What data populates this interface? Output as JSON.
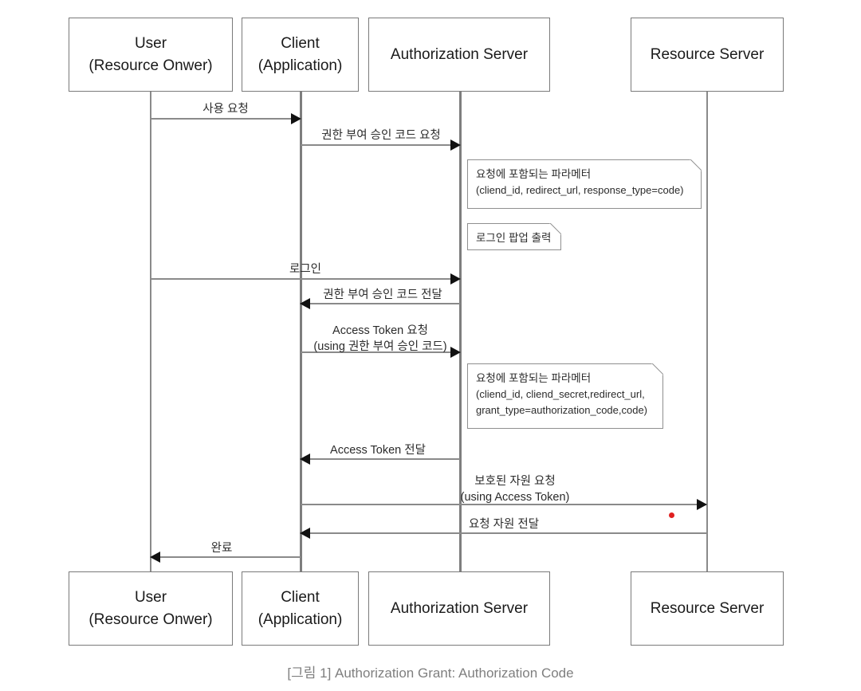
{
  "figure": {
    "caption": "[그림 1]  Authorization Grant: Authorization Code",
    "caption_color": "#7f7f7f",
    "marker_color": "#e02020",
    "line_color": "#8a8a8a",
    "box_border_color": "#7a7a7a",
    "background": "#ffffff"
  },
  "participants": [
    {
      "id": "user",
      "line1": "User",
      "line2": "(Resource Onwer)"
    },
    {
      "id": "client",
      "line1": "Client",
      "line2": "(Application)"
    },
    {
      "id": "authz",
      "line1": "Authorization Server",
      "line2": ""
    },
    {
      "id": "resource",
      "line1": "Resource Server",
      "line2": ""
    }
  ],
  "participants_bottom": [
    {
      "id": "user",
      "line1": "User",
      "line2": "(Resource Onwer)"
    },
    {
      "id": "client",
      "line1": "Client",
      "line2": "(Application)"
    },
    {
      "id": "authz",
      "line1": "Authorization Server",
      "line2": ""
    },
    {
      "id": "resource",
      "line1": "Resource Server",
      "line2": ""
    }
  ],
  "messages": [
    {
      "id": "m1",
      "label": "사용 요청",
      "label2": "",
      "from": "user",
      "to": "client"
    },
    {
      "id": "m2",
      "label": "권한 부여 승인 코드 요청",
      "label2": "",
      "from": "client",
      "to": "authz"
    },
    {
      "id": "m3",
      "label": "로그인",
      "label2": "",
      "from": "user",
      "to": "authz"
    },
    {
      "id": "m4",
      "label": "권한 부여 승인 코드 전달",
      "label2": "",
      "from": "authz",
      "to": "client"
    },
    {
      "id": "m5",
      "label": "Access Token 요청",
      "label2": "(using 권한 부여 승인 코드)",
      "from": "client",
      "to": "authz"
    },
    {
      "id": "m6",
      "label": "Access Token 전달",
      "label2": "",
      "from": "authz",
      "to": "client"
    },
    {
      "id": "m7",
      "label": "보호된 자원 요청",
      "label2": "(using Access Token)",
      "from": "client",
      "to": "resource"
    },
    {
      "id": "m8",
      "label": "요청 자원 전달",
      "label2": "",
      "from": "resource",
      "to": "client"
    },
    {
      "id": "m9",
      "label": "완료",
      "label2": "",
      "from": "client",
      "to": "user"
    }
  ],
  "notes": [
    {
      "id": "n1",
      "line1": "요청에 포함되는 파라메터",
      "line2": "(cliend_id, redirect_url, response_type=code)",
      "line3": ""
    },
    {
      "id": "n2",
      "line1": "로그인 팝업 출력",
      "line2": "",
      "line3": ""
    },
    {
      "id": "n3",
      "line1": "요청에 포함되는 파라메터",
      "line2": "(cliend_id, cliend_secret,redirect_url,",
      "line3": "grant_type=authorization_code,code)"
    }
  ]
}
